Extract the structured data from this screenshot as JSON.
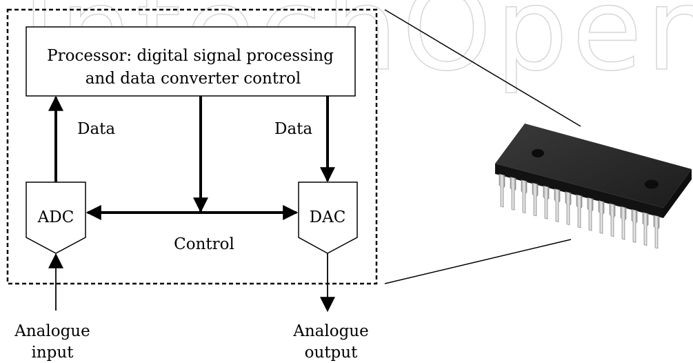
{
  "watermark": {
    "text": "IntechOpen"
  },
  "processor": {
    "line1": "Processor: digital signal processing",
    "line2": "and data converter control"
  },
  "adc": {
    "label": "ADC"
  },
  "dac": {
    "label": "DAC"
  },
  "edges": {
    "data_left": "Data",
    "data_right": "Data",
    "control": "Control"
  },
  "io": {
    "input_line1": "Analogue",
    "input_line2": "input",
    "output_line1": "Analogue",
    "output_line2": "output"
  },
  "chip": {
    "icon": "ic-chip-icon",
    "body_color": "#2a2a2a",
    "pin_color": "#c8c8c8"
  }
}
